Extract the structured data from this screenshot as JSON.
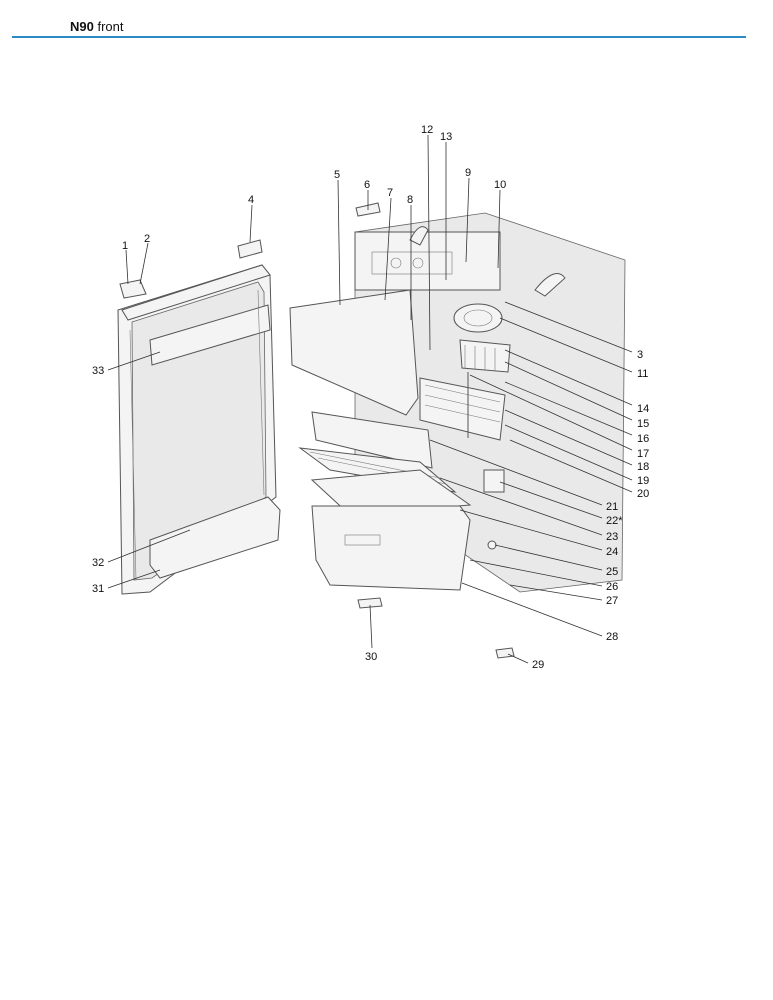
{
  "header": {
    "model": "N90",
    "view": "front"
  },
  "colors": {
    "rule": "#2a8bc4"
  },
  "callouts": [
    "1",
    "2",
    "3",
    "4",
    "5",
    "6",
    "7",
    "8",
    "9",
    "10",
    "11",
    "12",
    "13",
    "14",
    "15",
    "16",
    "17",
    "18",
    "19",
    "20",
    "21",
    "22*",
    "23",
    "24",
    "25",
    "26",
    "27",
    "28",
    "29",
    "30",
    "31",
    "32",
    "33"
  ]
}
